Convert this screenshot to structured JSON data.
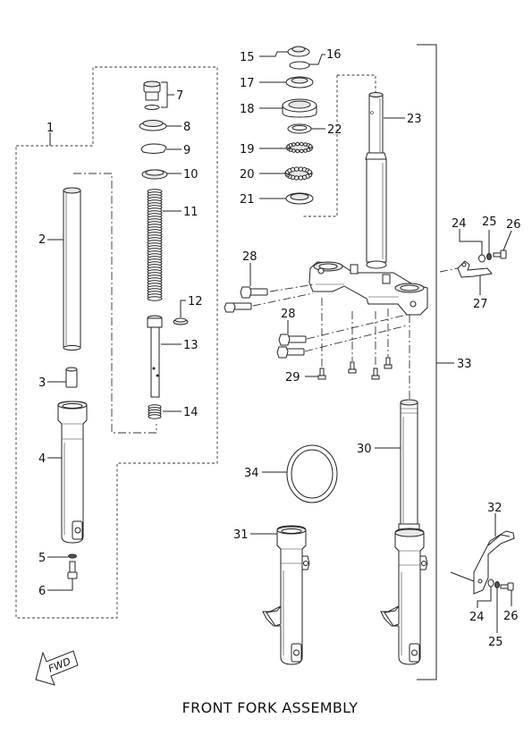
{
  "title": "FRONT FORK ASSEMBLY",
  "fwd_label": "FWD",
  "callouts": {
    "c1": "1",
    "c2": "2",
    "c3": "3",
    "c4": "4",
    "c5": "5",
    "c6": "6",
    "c7": "7",
    "c8": "8",
    "c9": "9",
    "c10": "10",
    "c11": "11",
    "c12": "12",
    "c13": "13",
    "c14": "14",
    "c15": "15",
    "c16": "16",
    "c17": "17",
    "c18": "18",
    "c19": "19",
    "c20": "20",
    "c21": "21",
    "c22": "22",
    "c23": "23",
    "c24a": "24",
    "c25a": "25",
    "c26a": "26",
    "c27": "27",
    "c28a": "28",
    "c28b": "28",
    "c29": "29",
    "c30": "30",
    "c31": "31",
    "c32": "32",
    "c33": "33",
    "c34": "34",
    "c24b": "24",
    "c25b": "25",
    "c26b": "26"
  },
  "colors": {
    "line": "#222222",
    "background": "#ffffff"
  }
}
